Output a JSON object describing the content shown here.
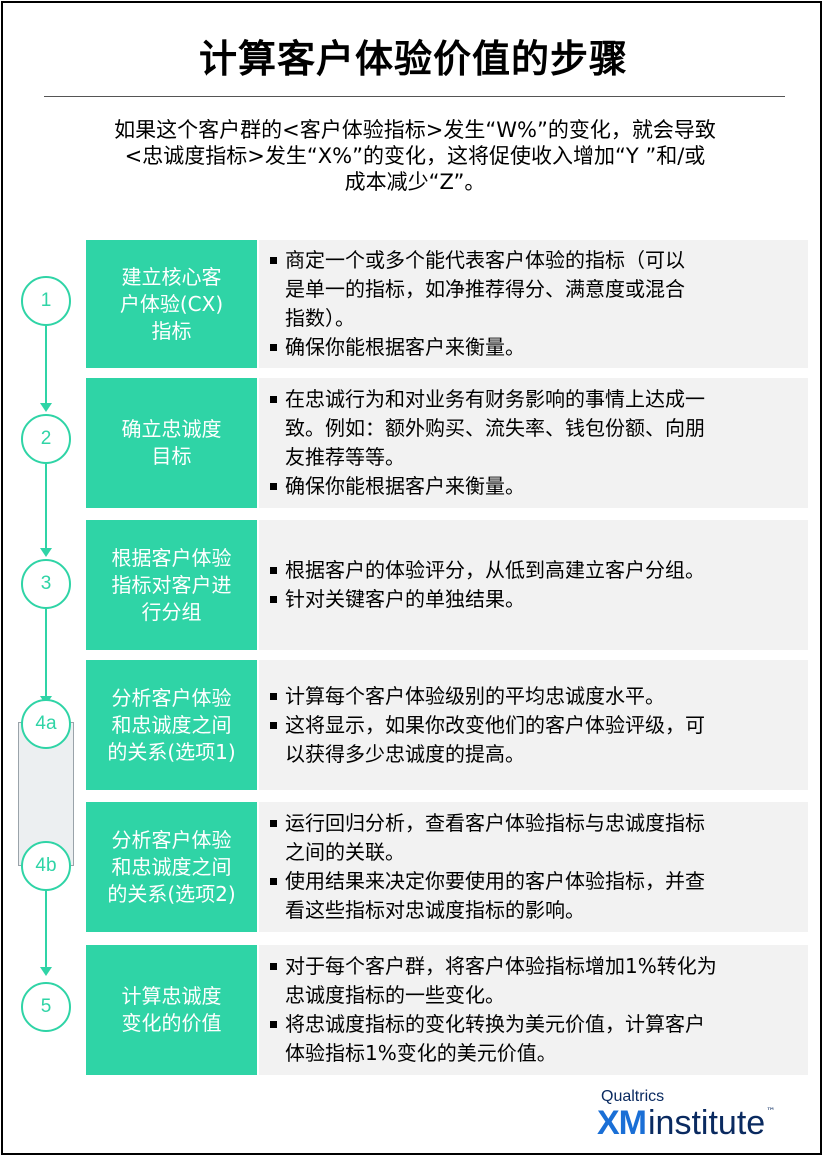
{
  "title": "计算客户体验价值的步骤",
  "intro": {
    "line1": "如果这个客户群的<客户体验指标>发生“W%”的变化，就会导致",
    "line2": "<忠诚度指标>发生“X%”的变化，这将促使收入增加“Y ”和/或",
    "line3": "成本减少“Z”。"
  },
  "steps": [
    {
      "number": "1",
      "label": [
        "建立核心客",
        "户体验(CX)",
        "指标"
      ],
      "bullets": [
        [
          "商定一个或多个能代表客户体验的指标（可以",
          "是单一的指标，如净推荐得分、满意度或混合",
          "指数）。"
        ],
        [
          "确保你能根据客户来衡量。"
        ]
      ]
    },
    {
      "number": "2",
      "label": [
        "确立忠诚度",
        "目标"
      ],
      "bullets": [
        [
          "在忠诚行为和对业务有财务影响的事情上达成一",
          "致。例如：额外购买、流失率、钱包份额、向朋",
          "友推荐等等。"
        ],
        [
          "确保你能根据客户来衡量。"
        ]
      ]
    },
    {
      "number": "3",
      "label": [
        "根据客户体验",
        "指标对客户进",
        "行分组"
      ],
      "bullets": [
        [
          "根据客户的体验评分，从低到高建立客户分组。"
        ],
        [
          "针对关键客户的单独结果。"
        ]
      ]
    },
    {
      "number": "4a",
      "label": [
        "分析客户体验",
        "和忠诚度之间",
        "的关系(选项1)"
      ],
      "bullets": [
        [
          "计算每个客户体验级别的平均忠诚度水平。"
        ],
        [
          "这将显示，如果你改变他们的客户体验评级，可",
          "以获得多少忠诚度的提高。"
        ]
      ]
    },
    {
      "number": "4b",
      "label": [
        "分析客户体验",
        "和忠诚度之间",
        "的关系(选项2)"
      ],
      "bullets": [
        [
          "运行回归分析，查看客户体验指标与忠诚度指标",
          "之间的关联。"
        ],
        [
          "使用结果来决定你要使用的客户体验指标，并查",
          "看这些指标对忠诚度指标的影响。"
        ]
      ]
    },
    {
      "number": "5",
      "label": [
        "计算忠诚度",
        "变化的价值"
      ],
      "bullets": [
        [
          "对于每个客户群，将客户体验指标增加1%转化为",
          "忠诚度指标的一些变化。"
        ],
        [
          "将忠诚度指标的变化转换为美元价值，计算客户",
          "体验指标1%变化的美元价值。"
        ]
      ]
    }
  ],
  "logo": {
    "small": "Qualtrics",
    "xm": "XM",
    "institute": "institute",
    "tm": "™"
  },
  "colors": {
    "accent": "#2fd4a6",
    "panel": "#f2f2f2",
    "bracket": "#eceff1"
  }
}
